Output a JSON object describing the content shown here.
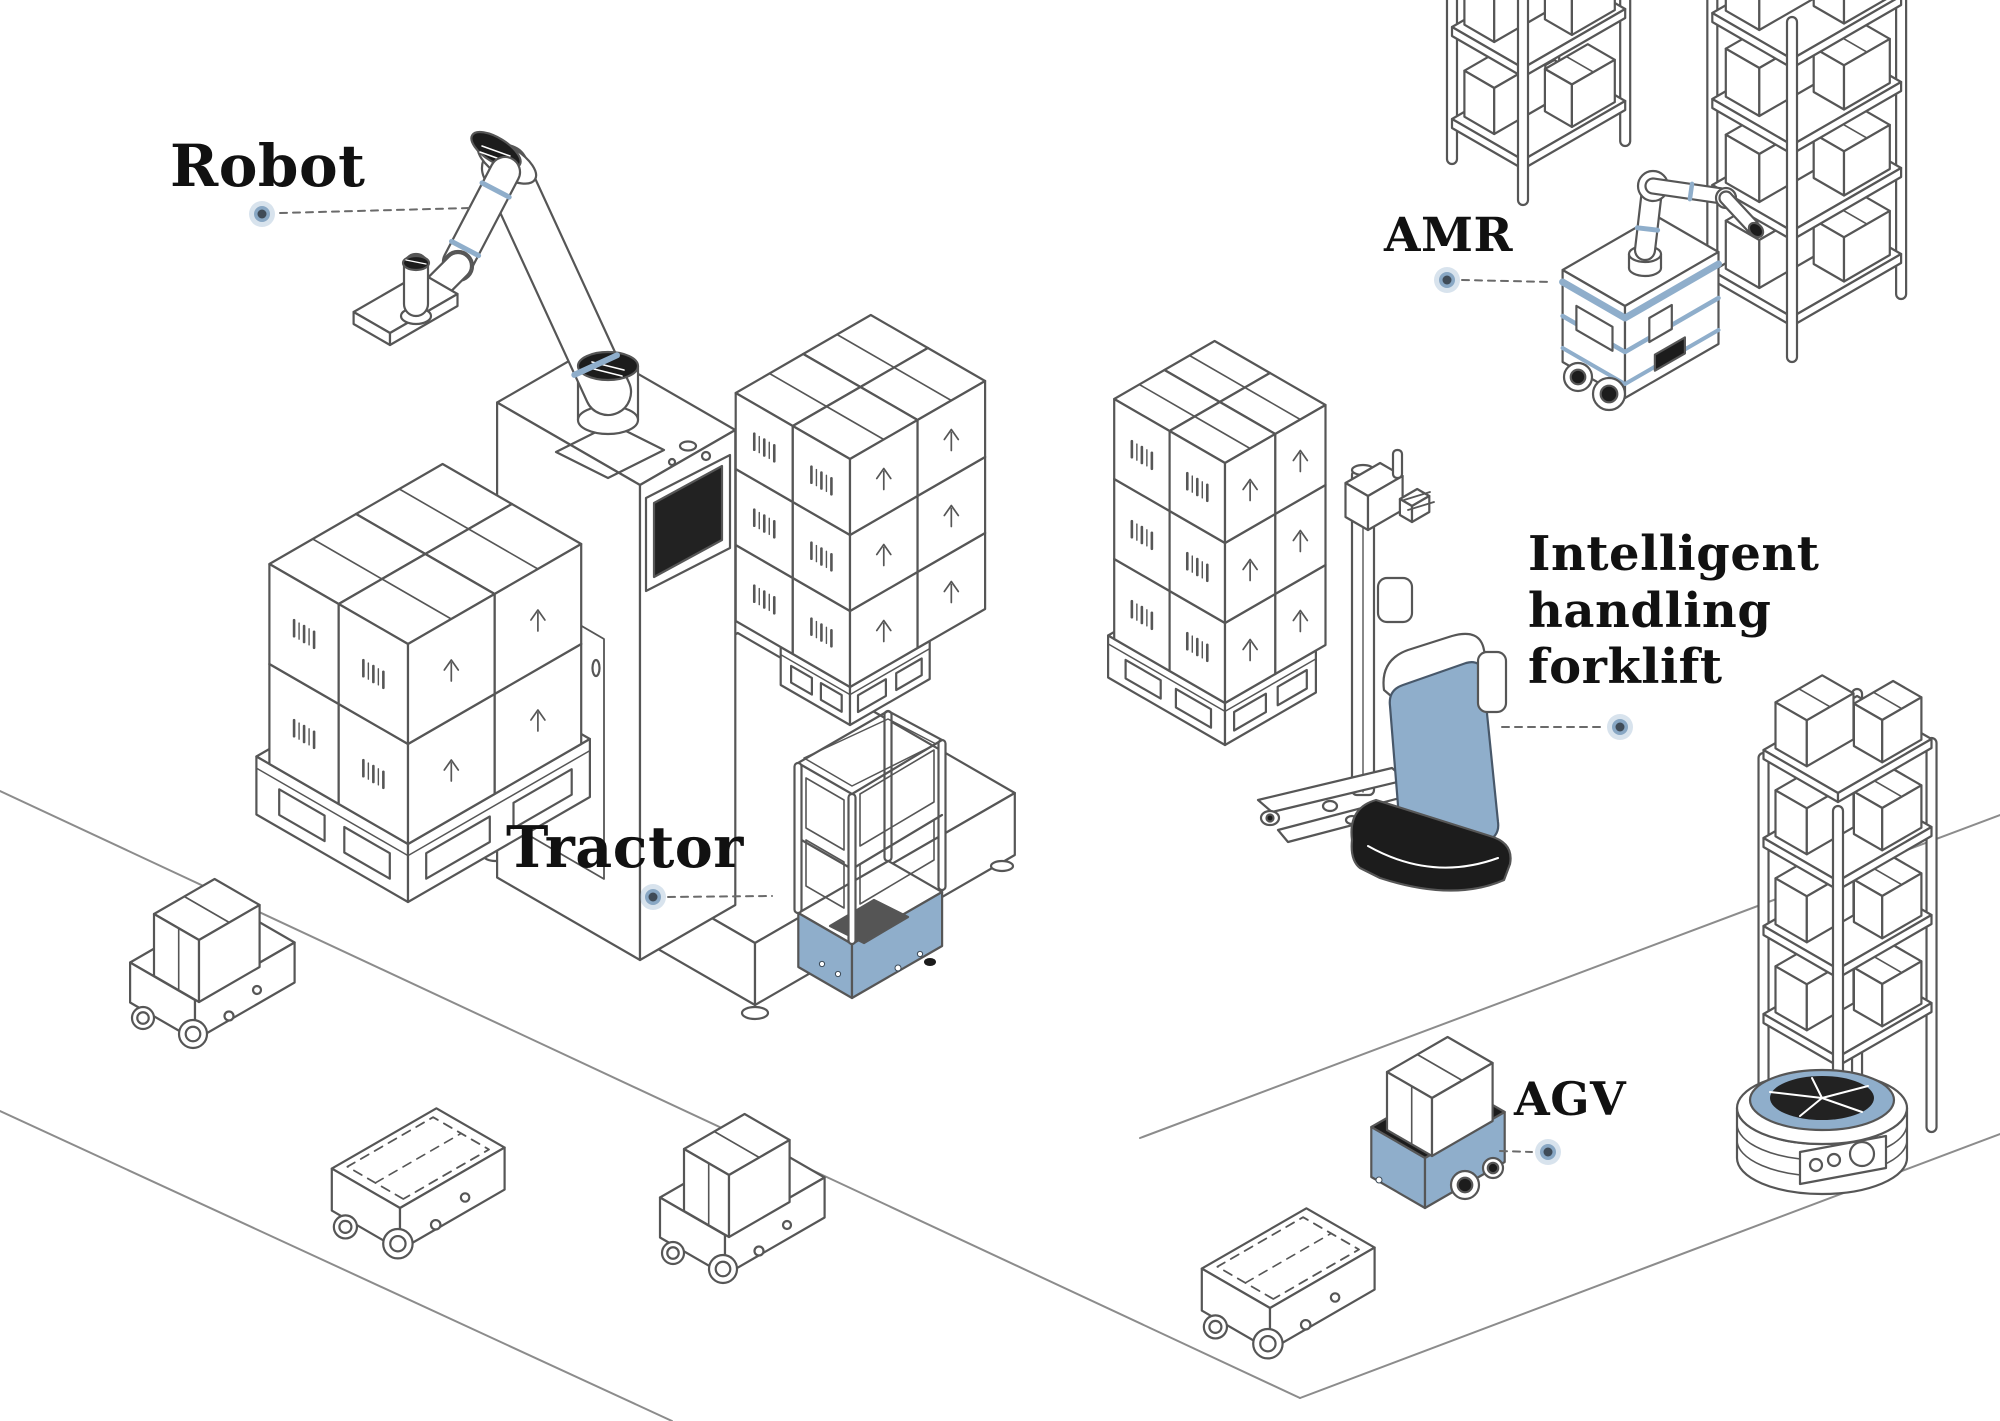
{
  "illustration": {
    "description": "Warehouse automation equipment line-art illustration",
    "annotations": {
      "robot": {
        "label": "Robot"
      },
      "amr": {
        "label": "AMR"
      },
      "forklift": {
        "label": "Intelligent\nhandling\nforklift"
      },
      "tractor": {
        "label": "Tractor"
      },
      "agv": {
        "label": "AGV"
      }
    },
    "colors": {
      "accent": "#8FAECB",
      "accent_deep": "#7A9CBC",
      "line": "#565656",
      "floor_line": "#8c8c8c",
      "dark": "#1C1C1C",
      "label_text": "#111111",
      "marker_inner": "#3F4B57",
      "background": "#FFFFFF"
    }
  }
}
